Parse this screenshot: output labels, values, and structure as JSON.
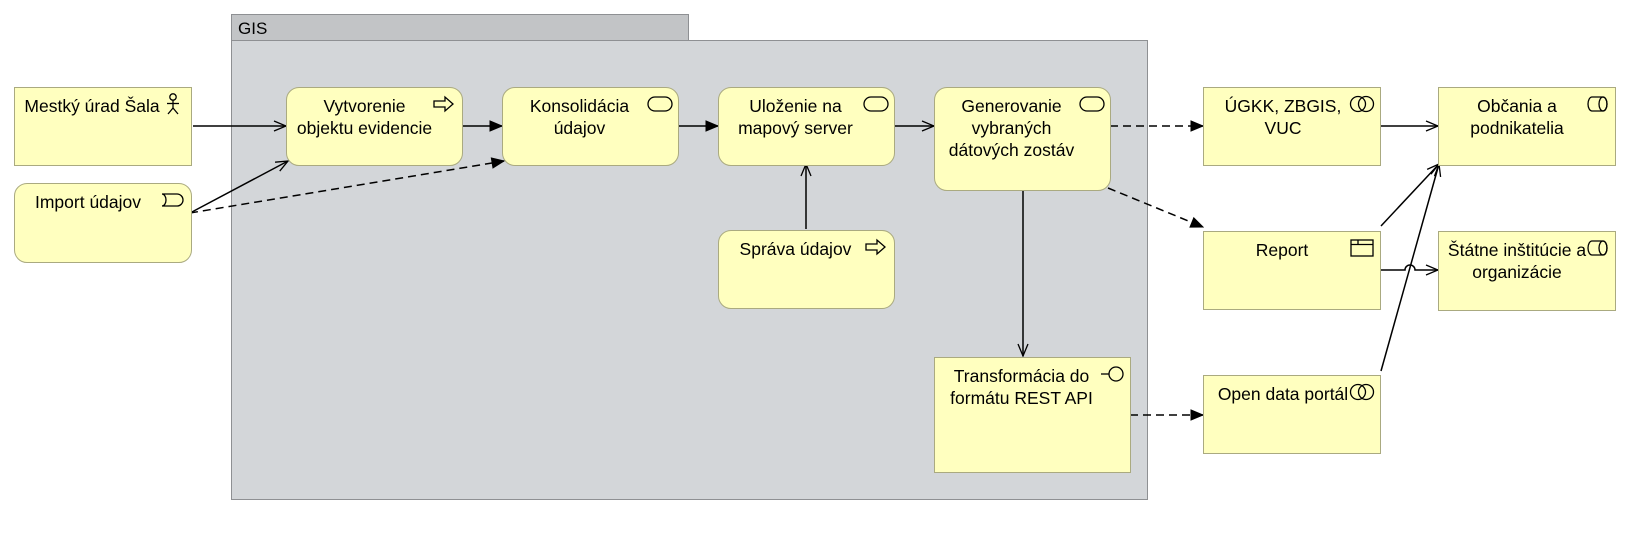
{
  "group": {
    "label": "GIS"
  },
  "nodes": {
    "mestsky_urad": {
      "label": "Mestký úrad Šala",
      "icon": "actor-icon"
    },
    "import": {
      "label": "Import údajov",
      "icon": "event-icon"
    },
    "vytvorenie": {
      "label": "Vytvorenie objektu evidencie",
      "icon": "process-arrow-icon"
    },
    "konsolidacia": {
      "label": "Konsolidácia údajov",
      "icon": "service-icon"
    },
    "ulozenie": {
      "label": "Uloženie na mapový server",
      "icon": "service-icon"
    },
    "sprava": {
      "label": "Správa údajov",
      "icon": "process-arrow-icon"
    },
    "generovanie": {
      "label": "Generovanie vybraných dátových zostáv",
      "icon": "service-icon"
    },
    "transformacia": {
      "label": "Transformácia do formátu REST API",
      "icon": "interface-icon"
    },
    "ugkk": {
      "label": "ÚGKK, ZBGIS, VUC",
      "icon": "collaboration-icon"
    },
    "report": {
      "label": "Report",
      "icon": "representation-icon"
    },
    "open_data": {
      "label": "Open data portál",
      "icon": "collaboration-icon"
    },
    "obcania": {
      "label": "Občania a podnikatelia",
      "icon": "role-icon"
    },
    "statne": {
      "label": "Štátne inštitúcie a organizácie",
      "icon": "role-icon"
    }
  },
  "relations": [
    {
      "from": "mestsky_urad",
      "to": "vytvorenie",
      "style": "solid-open-arrow"
    },
    {
      "from": "import",
      "to": "vytvorenie",
      "style": "solid-open-arrow"
    },
    {
      "from": "import",
      "to": "konsolidacia",
      "style": "dashed-filled-arrow"
    },
    {
      "from": "vytvorenie",
      "to": "konsolidacia",
      "style": "solid-filled-arrow"
    },
    {
      "from": "konsolidacia",
      "to": "ulozenie",
      "style": "solid-filled-arrow"
    },
    {
      "from": "ulozenie",
      "to": "generovanie",
      "style": "solid-open-arrow"
    },
    {
      "from": "sprava",
      "to": "ulozenie",
      "style": "solid-open-arrow"
    },
    {
      "from": "generovanie",
      "to": "ugkk",
      "style": "dashed-filled-arrow"
    },
    {
      "from": "generovanie",
      "to": "report",
      "style": "dashed-filled-arrow"
    },
    {
      "from": "generovanie",
      "to": "transformacia",
      "style": "solid-open-arrow"
    },
    {
      "from": "transformacia",
      "to": "open_data",
      "style": "dashed-filled-arrow"
    },
    {
      "from": "ugkk",
      "to": "obcania",
      "style": "solid-open-arrow"
    },
    {
      "from": "report",
      "to": "obcania",
      "style": "solid-open-arrow"
    },
    {
      "from": "report",
      "to": "statne",
      "style": "solid-open-arrow"
    },
    {
      "from": "open_data",
      "to": "obcania",
      "style": "solid-open-arrow"
    }
  ],
  "colors": {
    "node_fill": "#ffffbf",
    "node_border": "#aaaa80",
    "group_fill": "#d3d6d9",
    "group_tab": "#c2c4c6"
  }
}
